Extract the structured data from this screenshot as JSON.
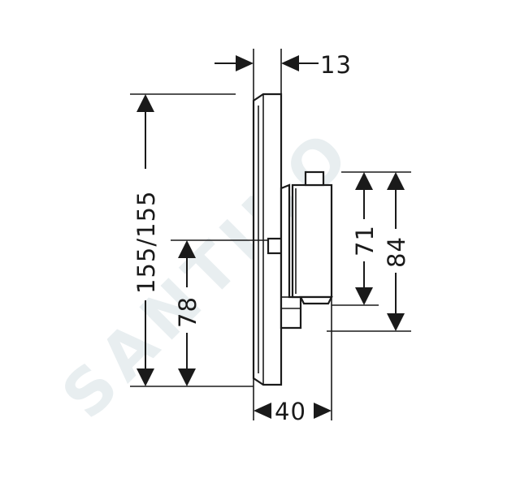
{
  "dimensions": {
    "top_offset": "13",
    "total_height": "155/155",
    "half_height": "78",
    "body_depth": "40",
    "height_71": "71",
    "height_84": "84"
  },
  "watermark": {
    "text": "SANTINO"
  }
}
